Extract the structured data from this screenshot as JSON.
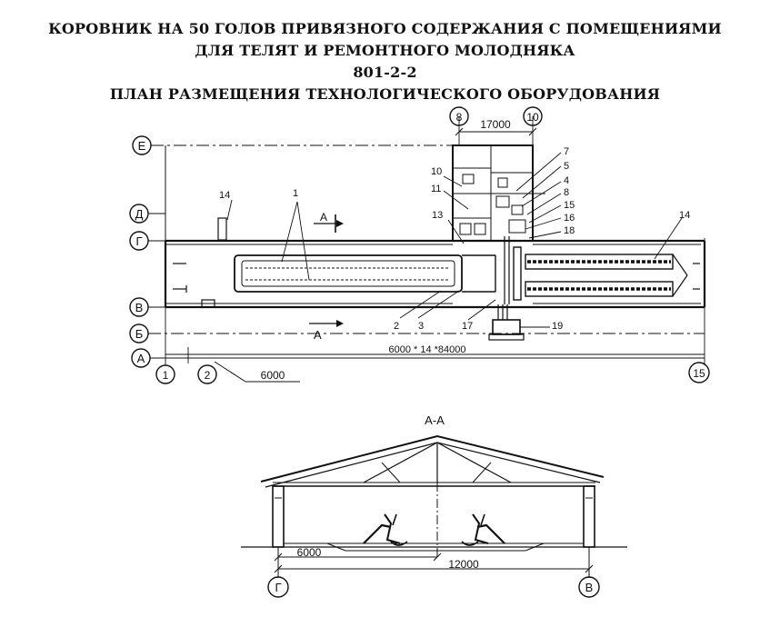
{
  "title": {
    "line1": "КОРОВНИК НА 50 ГОЛОВ ПРИВЯЗНОГО СОДЕРЖАНИЯ С ПОМЕЩЕНИЯМИ",
    "line2": "ДЛЯ ТЕЛЯТ И РЕМОНТНОГО МОЛОДНЯКА",
    "line3": "801-2-2",
    "line4": "ПЛАН РАЗМЕЩЕНИЯ ТЕХНОЛОГИЧЕСКОГО ОБОРУДОВАНИЯ"
  },
  "plan": {
    "axes_rows": [
      "Е",
      "Д",
      "Г",
      "В",
      "Б",
      "А"
    ],
    "axes_cols": {
      "c1": "1",
      "c2": "2",
      "c8": "8",
      "c10": "10",
      "c15": "15"
    },
    "dim_top": "17000",
    "dim_bottom": "6000 * 14 *84000",
    "dim_left": "6000",
    "section_mark": "А",
    "callouts": {
      "n1": "1",
      "n2": "2",
      "n3": "3",
      "n4": "4",
      "n5": "5",
      "n7": "7",
      "n8": "8",
      "n10": "10",
      "n11": "11",
      "n13": "13",
      "n14a": "14",
      "n14b": "14",
      "n15": "15",
      "n16": "16",
      "n17": "17",
      "n18": "18",
      "n19": "19"
    }
  },
  "section": {
    "title": "А-А",
    "dim_inner": "6000",
    "dim_total": "12000",
    "axis_left": "Г",
    "axis_right": "В"
  }
}
